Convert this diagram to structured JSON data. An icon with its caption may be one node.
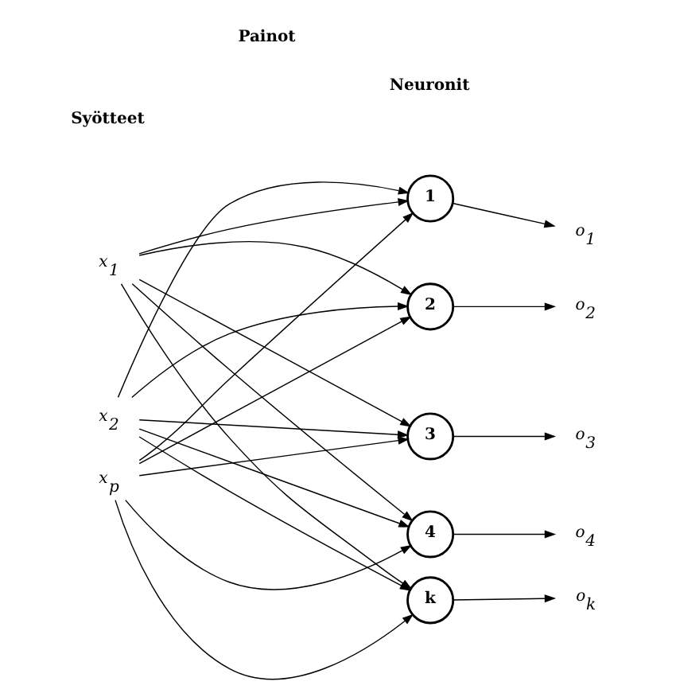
{
  "diagram": {
    "nodes": [
      {
        "text": [
          "x$_{1}$"
        ]
      },
      {
        "text": [
          "x$_{2}$"
        ]
      },
      {
        "text": [
          "x$_{p}$"
        ]
      },
      {
        "text": [
          "1"
        ]
      },
      {
        "text": [
          "2"
        ]
      },
      {
        "text": [
          "3"
        ]
      },
      {
        "text": [
          "4"
        ]
      },
      {
        "text": [
          "k"
        ]
      },
      {
        "text": [
          "o$_{1}$"
        ]
      },
      {
        "text": [
          "o$_{2}$"
        ]
      },
      {
        "text": [
          "o$_{3}$"
        ]
      },
      {
        "text": [
          "o$_{4}$"
        ]
      },
      {
        "text": [
          "o$_{k}$"
        ]
      }
    ],
    "edges": [
      {
        "from": 0,
        "to": 3,
        "arrow": "to"
      },
      {
        "from": 0,
        "to": 4,
        "arrow": "to"
      },
      {
        "from": 0,
        "to": 5,
        "arrow": "to"
      },
      {
        "from": 0,
        "to": 6,
        "arrow": "to"
      },
      {
        "from": 0,
        "to": 7,
        "arrow": "to"
      },
      {
        "from": 1,
        "to": 3,
        "arrow": "to"
      },
      {
        "from": 1,
        "to": 4,
        "arrow": "to"
      },
      {
        "from": 1,
        "to": 5,
        "arrow": "to"
      },
      {
        "from": 1,
        "to": 6,
        "arrow": "to"
      },
      {
        "from": 1,
        "to": 7,
        "arrow": "to"
      },
      {
        "from": 2,
        "to": 3,
        "arrow": "to"
      },
      {
        "from": 2,
        "to": 4,
        "arrow": "to"
      },
      {
        "from": 2,
        "to": 5,
        "arrow": "to"
      },
      {
        "from": 2,
        "to": 6,
        "arrow": "to"
      },
      {
        "from": 2,
        "to": 7,
        "arrow": "to"
      },
      {
        "from": 3,
        "to": 8,
        "arrow": "to"
      },
      {
        "from": 4,
        "to": 9,
        "arrow": "to"
      },
      {
        "from": 5,
        "to": 10,
        "arrow": "to"
      },
      {
        "from": 6,
        "to": 11,
        "arrow": "to"
      },
      {
        "from": 7,
        "to": 12,
        "arrow": "to"
      }
    ],
    "labels": [
      "Syötteet",
      "Painot",
      "Neuronit"
    ]
  }
}
